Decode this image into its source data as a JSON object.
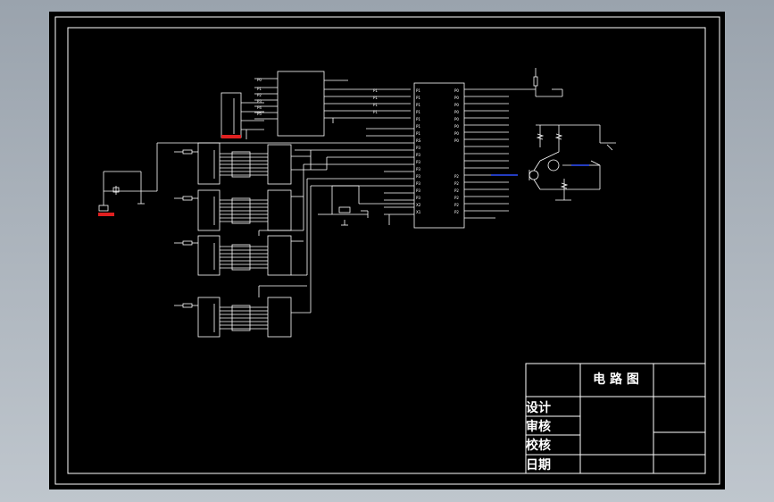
{
  "title_block": {
    "drawing_title": "电 路 图",
    "rows": [
      {
        "label": "设计"
      },
      {
        "label": "审核"
      },
      {
        "label": "校核"
      },
      {
        "label": "日期"
      }
    ]
  },
  "colors": {
    "background": "#000000",
    "frame": "#ffffff",
    "wire": "#ffffff",
    "highlight": "#e02020",
    "accent": "#3050ff"
  }
}
